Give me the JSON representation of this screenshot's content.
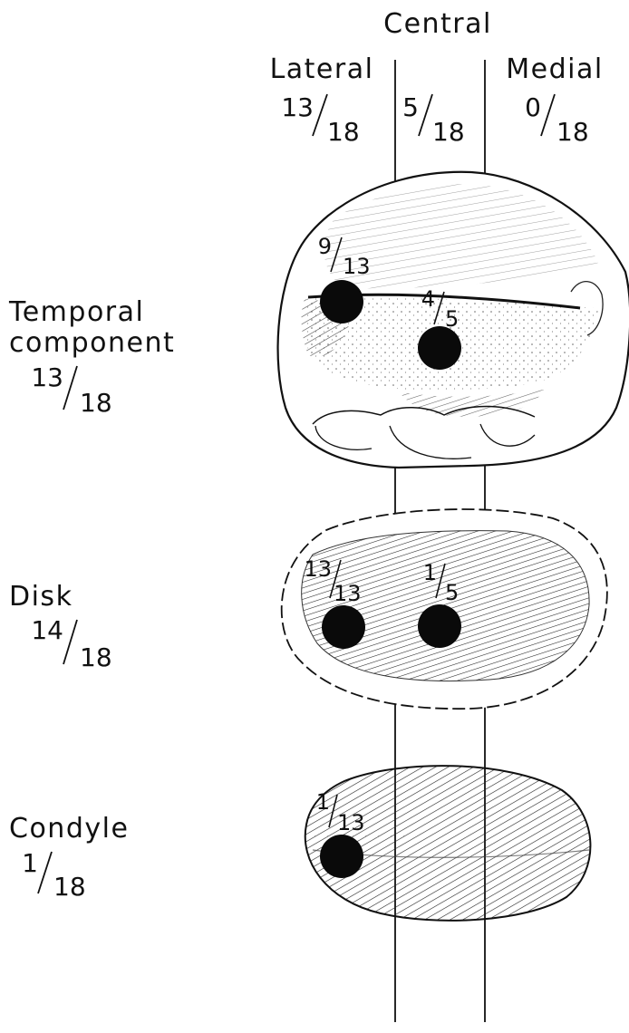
{
  "columns": {
    "header": "Central",
    "lateral": {
      "label": "Lateral",
      "num": "13",
      "den": "18"
    },
    "central": {
      "num": "5",
      "den": "18"
    },
    "medial": {
      "label": "Medial",
      "num": "0",
      "den": "18"
    }
  },
  "rows": {
    "temporal": {
      "line1": "Temporal",
      "line2": "component",
      "num": "13",
      "den": "18"
    },
    "disk": {
      "label": "Disk",
      "num": "14",
      "den": "18"
    },
    "condyle": {
      "label": "Condyle",
      "num": "1",
      "den": "18"
    }
  },
  "markers": {
    "temporal_lateral": {
      "num": "9",
      "den": "13"
    },
    "temporal_central": {
      "num": "4",
      "den": "5"
    },
    "disk_lateral": {
      "num": "13",
      "den": "13"
    },
    "disk_central": {
      "num": "1",
      "den": "5"
    },
    "condyle_lateral": {
      "num": "1",
      "den": "13"
    }
  },
  "colors": {
    "ink": "#111111",
    "marker": "#0a0a0a",
    "paper": "#ffffff"
  }
}
